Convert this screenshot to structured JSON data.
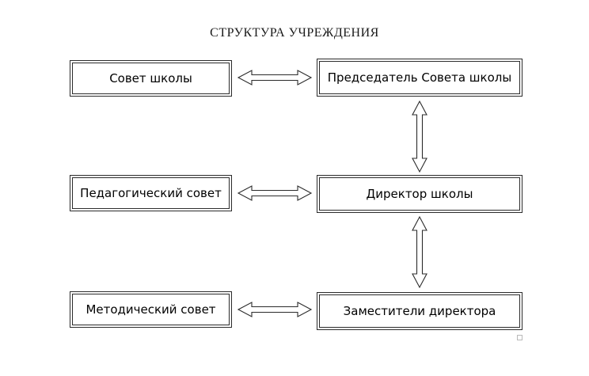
{
  "title": "СТРУКТУРА УЧРЕЖДЕНИЯ",
  "rows": [
    {
      "left": "Совет школы",
      "right": "Председатель Совета школы"
    },
    {
      "left": "Педагогический совет",
      "right": "Директор школы"
    },
    {
      "left": "Методический совет",
      "right": "Заместители директора"
    }
  ],
  "connectors": [
    {
      "name": "council-chairman",
      "type": "horizontal-double-arrow"
    },
    {
      "name": "chairman-director",
      "type": "vertical-double-arrow"
    },
    {
      "name": "pedagogical-director",
      "type": "horizontal-double-arrow"
    },
    {
      "name": "director-deputies",
      "type": "vertical-double-arrow"
    },
    {
      "name": "methodical-deputies",
      "type": "horizontal-double-arrow"
    }
  ],
  "colors": {
    "line": "#2b2b2b",
    "text": "#000000",
    "background": "#ffffff",
    "handle_border": "#b9b9b9"
  }
}
